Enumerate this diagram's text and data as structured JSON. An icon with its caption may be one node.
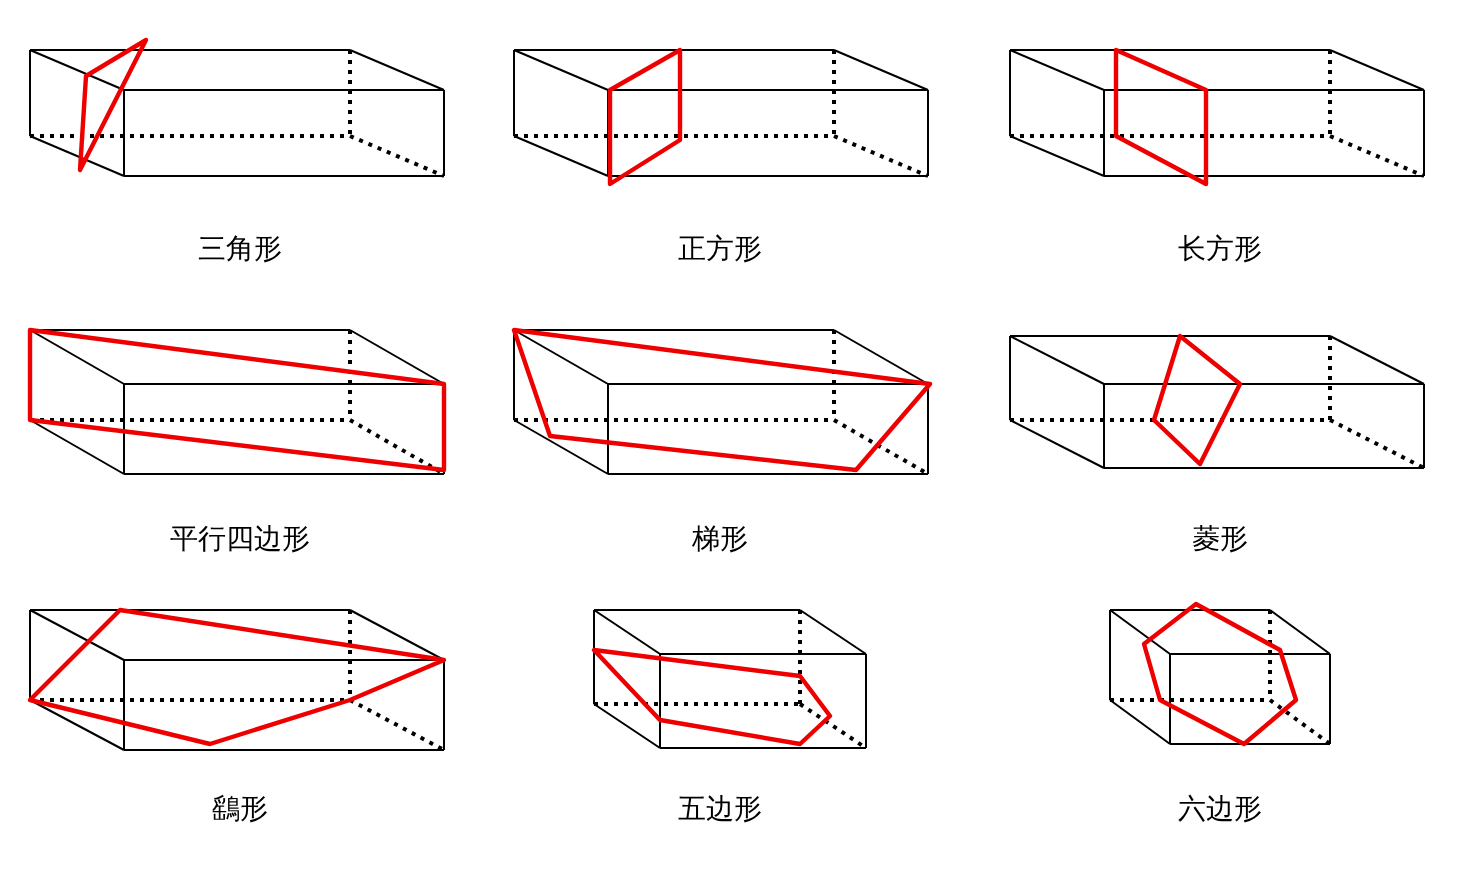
{
  "diagram": {
    "labels": [
      "三角形",
      "正方形",
      "长方形",
      "平行四边形",
      "梯形",
      "菱形",
      "鷂形",
      "五边形",
      "六边形"
    ]
  }
}
